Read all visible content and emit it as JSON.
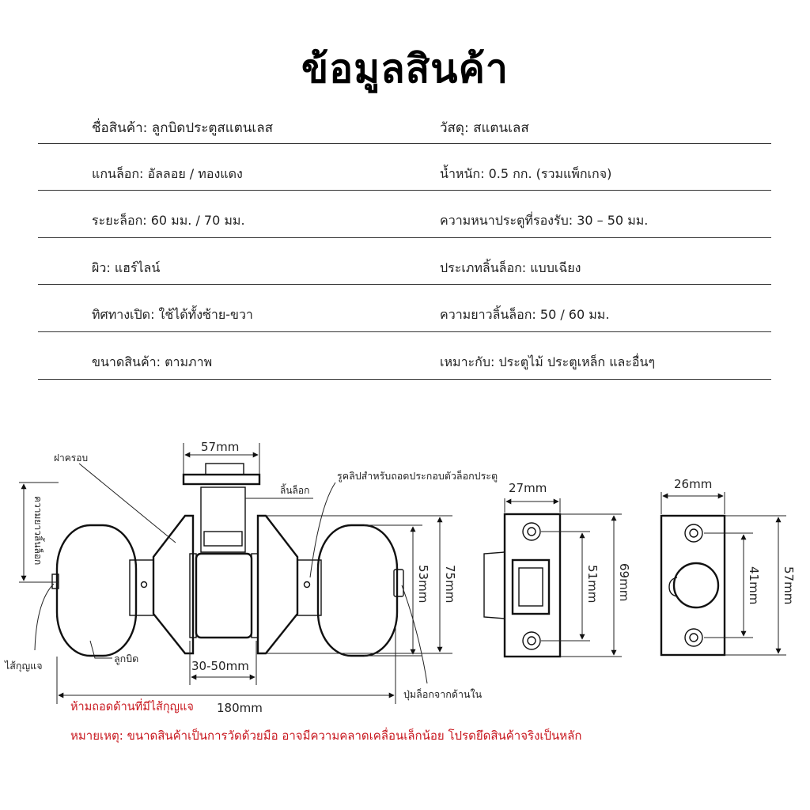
{
  "title": "ข้อมูลสินค้า",
  "specs": [
    {
      "left": "ชื่อสินค้า: ลูกบิดประตูสแตนเลส",
      "right": "วัสดุ: สแตนเลส"
    },
    {
      "left": "แกนล็อก: อัลลอย / ทองแดง",
      "right": "น้ำหนัก: 0.5 กก. (รวมแพ็กเกจ)"
    },
    {
      "left": "ระยะล็อก: 60 มม. / 70 มม.",
      "right": "ความหนาประตูที่รองรับ: 30 – 50 มม."
    },
    {
      "left": "ผิว: แฮร์ไลน์",
      "right": "ประเภทลิ้นล็อก: แบบเฉียง"
    },
    {
      "left": "ทิศทางเปิด: ใช้ได้ทั้งซ้าย-ขวา",
      "right": "ความยาวลิ้นล็อก: 50 / 60 มม."
    },
    {
      "left": "ขนาดสินค้า: ตามภาพ",
      "right": "เหมาะกับ: ประตูไม้ ประตูเหล็ก และอื่นๆ"
    }
  ],
  "diagram": {
    "dim_57": "57mm",
    "label_cover": "ฝาครอบ",
    "label_latch": "ลิ้นล็อก",
    "label_clip_hole": "รูคลิปสำหรับถอดประกอบตัวล็อกประตู",
    "label_latch_length": "ความยาวลิ้นล็อก",
    "label_key_cylinder": "ไส้กุญแจ",
    "label_knob": "ลูกบิด",
    "dim_door": "30-50mm",
    "label_inside_button": "ปุ่มล็อกจากด้านใน",
    "dim_53": "53mm",
    "dim_75": "75mm",
    "dim_180": "180mm",
    "plate1_w": "27mm",
    "plate1_h": "51mm",
    "plate1_outer": "69mm",
    "plate2_w": "26mm",
    "plate2_h": "41mm",
    "plate2_outer": "57mm"
  },
  "warning": "ห้ามถอดด้านที่มีไส้กุญแจ",
  "note": "หมายเหตุ: ขนาดสินค้าเป็นการวัดด้วยมือ อาจมีความคลาดเคลื่อนเล็กน้อย โปรดยึดสินค้าจริงเป็นหลัก",
  "colors": {
    "accent_red": "#c8161d",
    "line": "#111111"
  }
}
